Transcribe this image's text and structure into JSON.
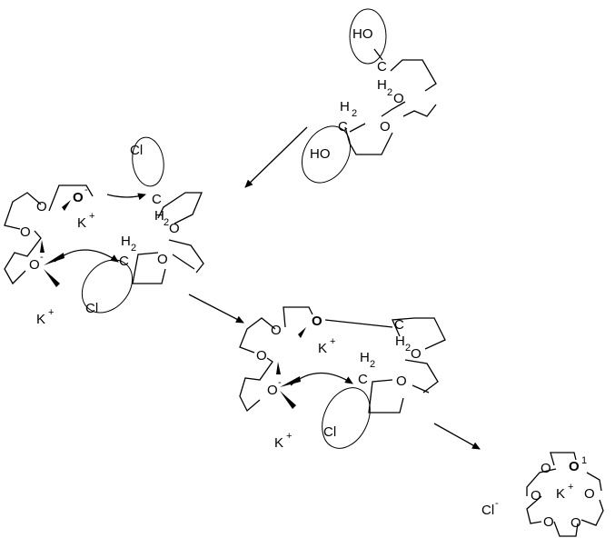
{
  "atoms": {
    "O": "O",
    "C": "C",
    "H": "H",
    "HO": "HO",
    "Cl": "Cl",
    "K": "K",
    "sub2": "2",
    "plus": "+",
    "minus": "-",
    "one": "1"
  }
}
